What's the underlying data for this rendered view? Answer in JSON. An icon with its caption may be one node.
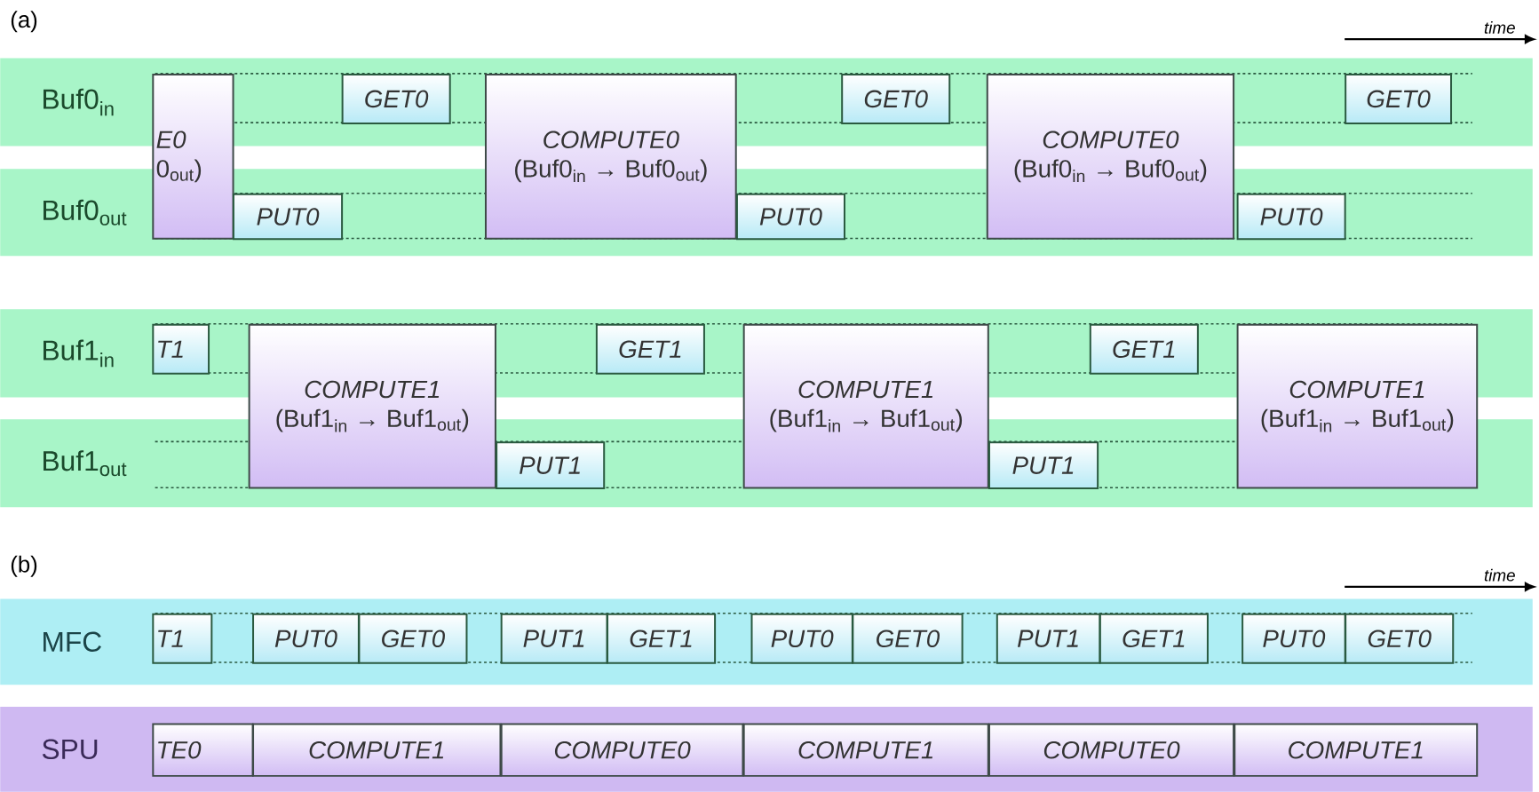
{
  "diagram": {
    "nodes": [
      {
        "text": [
          "Buf0$_{in}$"
        ]
      },
      {
        "text": [
          "Buf0$_{out}$"
        ]
      },
      {
        "text": [
          "Buf1$_{in}$"
        ]
      },
      {
        "text": [
          "Buf1$_{out}$"
        ]
      },
      {
        "text": [
          "MFC"
        ]
      },
      {
        "text": [
          "SPU"
        ]
      },
      {
        "text": [
          "E0",
          "0$_{out}$)"
        ]
      },
      {
        "text": [
          "PUT0"
        ],
        "in": 1
      },
      {
        "text": [
          "GET0"
        ],
        "in": 0
      },
      {
        "text": [
          "COMPUTE0",
          "(Buf0$_{in}$ → Buf0$_{out}$)"
        ]
      },
      {
        "text": [
          "PUT0"
        ],
        "in": 1
      },
      {
        "text": [
          "GET0"
        ],
        "in": 0
      },
      {
        "text": [
          "COMPUTE0",
          "(Buf0$_{in}$ → Buf0$_{out}$)"
        ]
      },
      {
        "text": [
          "PUT0"
        ],
        "in": 1
      },
      {
        "text": [
          "GET0"
        ],
        "in": 0
      },
      {
        "text": [
          "T1"
        ],
        "in": 2
      },
      {
        "text": [
          "COMPUTE1",
          "(Buf1$_{in}$ → Buf1$_{out}$)"
        ]
      },
      {
        "text": [
          "PUT1"
        ],
        "in": 3
      },
      {
        "text": [
          "GET1"
        ],
        "in": 2
      },
      {
        "text": [
          "COMPUTE1",
          "(Buf1$_{in}$ → Buf1$_{out}$)"
        ]
      },
      {
        "text": [
          "PUT1"
        ],
        "in": 3
      },
      {
        "text": [
          "GET1"
        ],
        "in": 2
      },
      {
        "text": [
          "COMPUTE1",
          "(Buf1$_{in}$ → Buf1$_{out}$)"
        ]
      },
      {
        "text": [
          "T1"
        ],
        "in": 4
      },
      {
        "text": [
          "PUT0"
        ],
        "in": 4
      },
      {
        "text": [
          "GET0"
        ],
        "in": 4
      },
      {
        "text": [
          "PUT1"
        ],
        "in": 4
      },
      {
        "text": [
          "GET1"
        ],
        "in": 4
      },
      {
        "text": [
          "PUT0"
        ],
        "in": 4
      },
      {
        "text": [
          "GET0"
        ],
        "in": 4
      },
      {
        "text": [
          "PUT1"
        ],
        "in": 4
      },
      {
        "text": [
          "GET1"
        ],
        "in": 4
      },
      {
        "text": [
          "PUT0"
        ],
        "in": 4
      },
      {
        "text": [
          "GET0"
        ],
        "in": 4
      },
      {
        "text": [
          "TE0"
        ],
        "in": 5
      },
      {
        "text": [
          "COMPUTE1"
        ],
        "in": 5
      },
      {
        "text": [
          "COMPUTE0"
        ],
        "in": 5
      },
      {
        "text": [
          "COMPUTE1"
        ],
        "in": 5
      },
      {
        "text": [
          "COMPUTE0"
        ],
        "in": 5
      },
      {
        "text": [
          "COMPUTE1"
        ],
        "in": 5
      }
    ],
    "labels": [
      "(a)",
      "time",
      "(b)",
      "time"
    ]
  }
}
